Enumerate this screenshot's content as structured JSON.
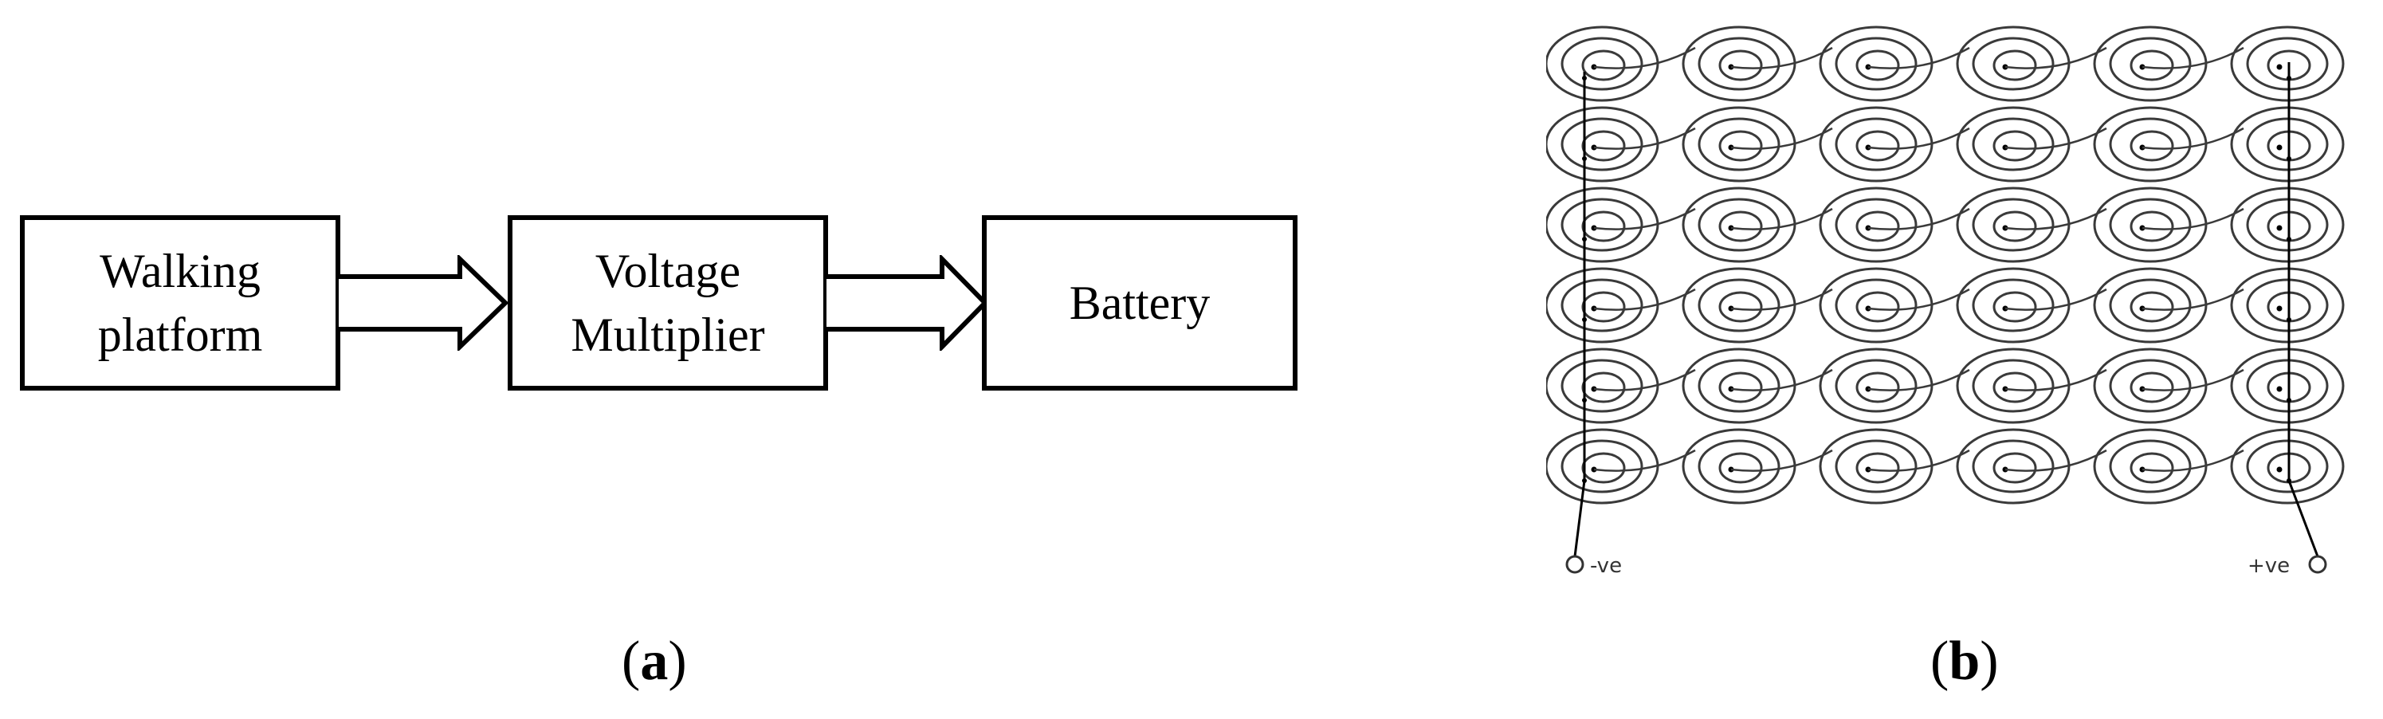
{
  "panel_a": {
    "blocks": [
      {
        "line1": "Walking",
        "line2": "platform"
      },
      {
        "line1": "Voltage",
        "line2": "Multiplier"
      },
      {
        "line1": "Battery",
        "line2": ""
      }
    ],
    "caption_letter": "a"
  },
  "panel_b": {
    "grid": {
      "rows": 6,
      "cols": 6
    },
    "negative_label": "-ve",
    "positive_label": "+ve",
    "caption_letter": "b"
  },
  "colors": {
    "line": "#000000",
    "coil": "#3a3a3a"
  }
}
